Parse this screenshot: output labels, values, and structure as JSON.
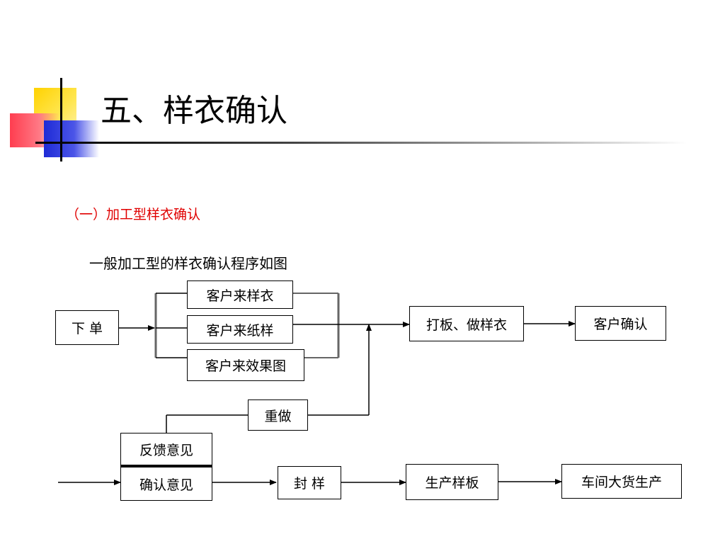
{
  "slide": {
    "title": "五、样衣确认",
    "subtitle": "（一）加工型样衣确认",
    "intro": "一般加工型的样衣确认程序如图"
  },
  "nodes": {
    "order": "下 单",
    "client_sample": "客户来样衣",
    "client_paper": "客户来纸样",
    "client_image": "客户来效果图",
    "make_sample": "打板、做样衣",
    "client_confirm": "客户确认",
    "redo": "重做",
    "feedback": "反馈意见",
    "confirm_opinion": "确认意见",
    "seal_sample": "封 样",
    "production_sample": "生产样板",
    "mass_production": "车间大货生产"
  },
  "colors": {
    "yellow": "#ffd200",
    "red": "#ff4a5a",
    "blue": "#1e2bd6",
    "subtitle": "#e00000"
  }
}
